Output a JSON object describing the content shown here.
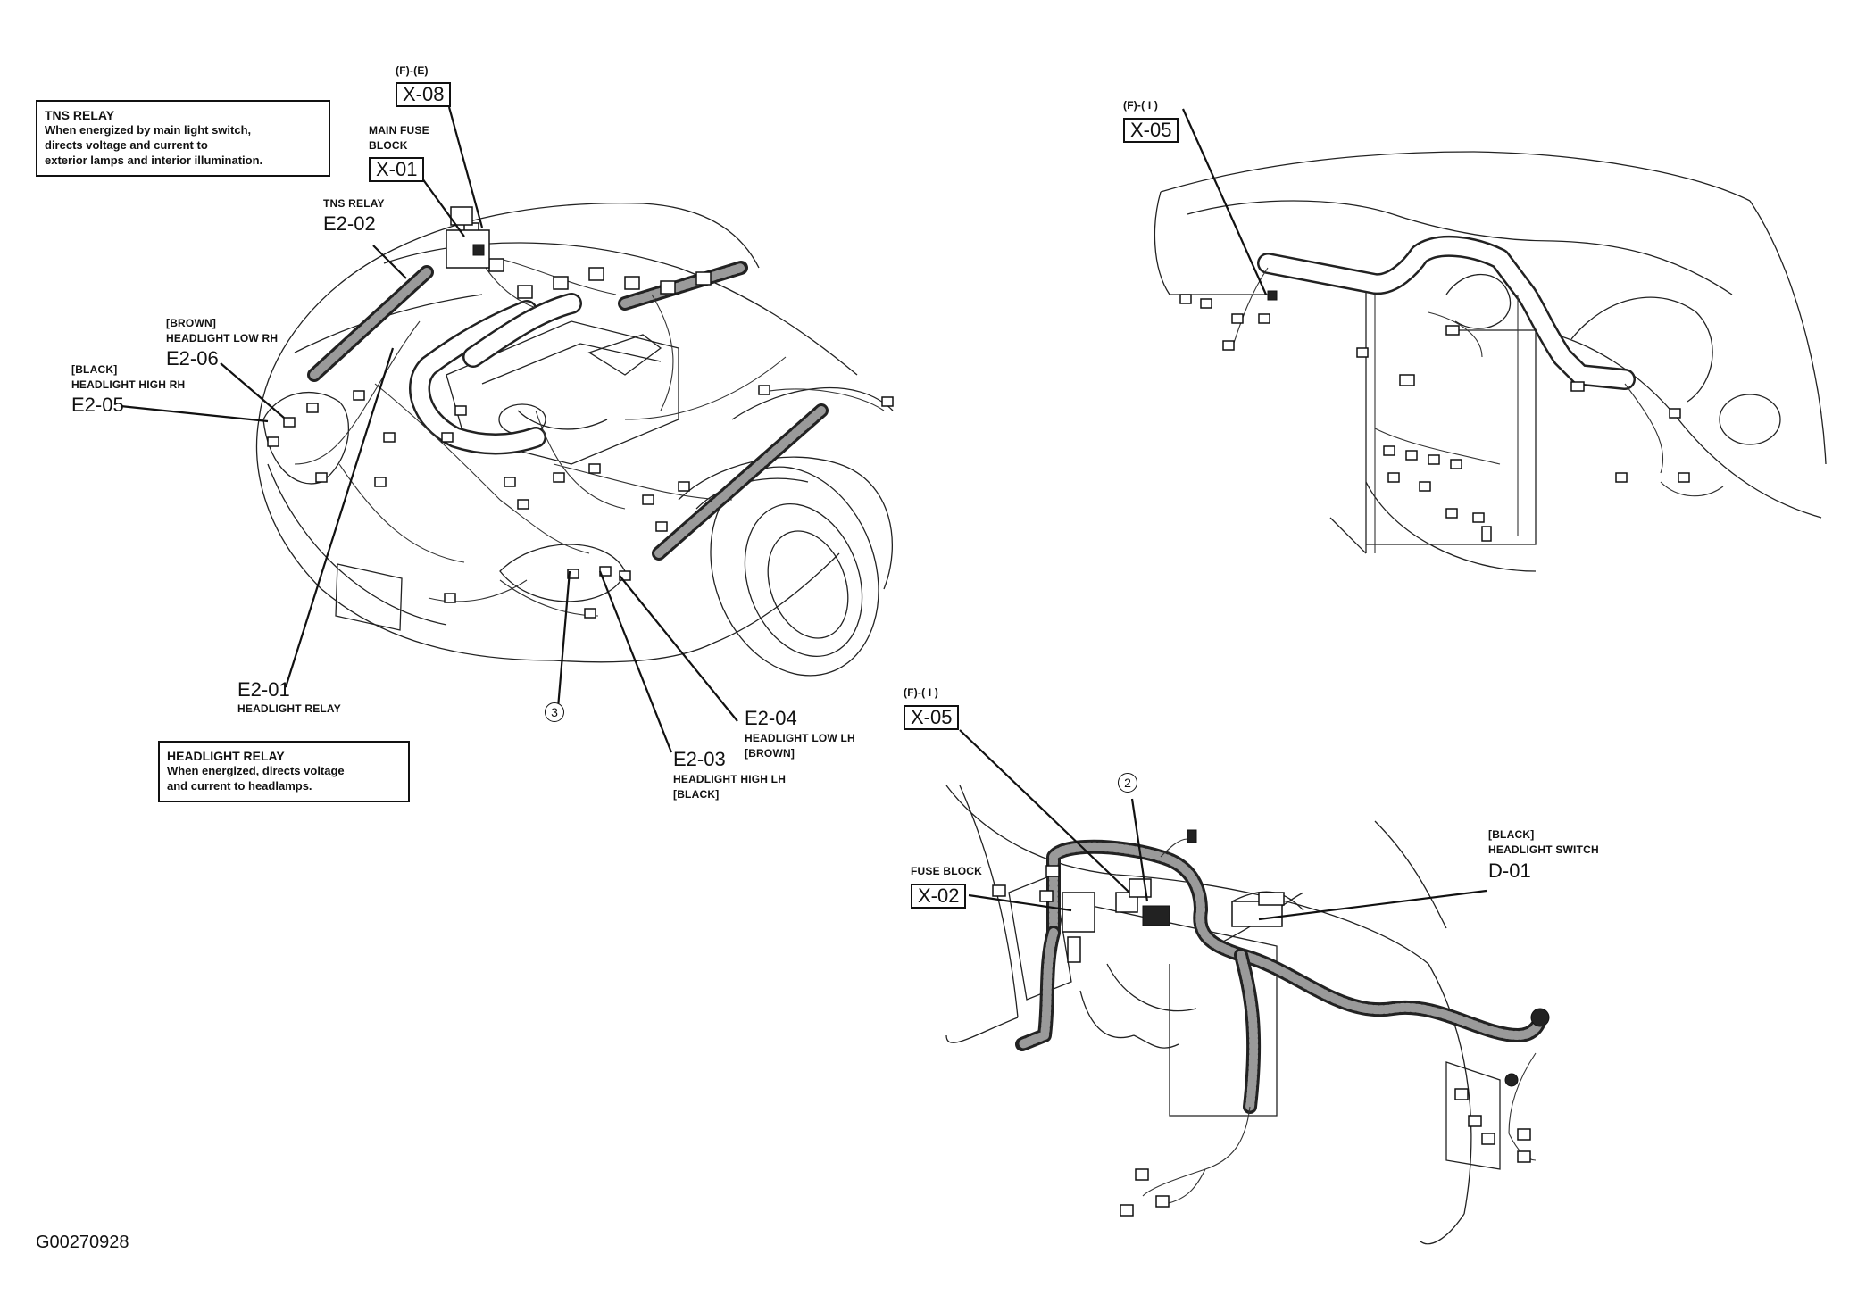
{
  "diagram_id": "G00270928",
  "notes": {
    "tns_relay": {
      "title": "TNS RELAY",
      "body": "When energized by main light switch,\ndirects voltage and current to\nexterior lamps and interior illumination."
    },
    "headlight_relay": {
      "title": "HEADLIGHT RELAY",
      "body": "When energized, directs voltage\nand current to headlamps."
    }
  },
  "engine_bay": {
    "x08": {
      "grid": "(F)-(E)",
      "code": "X-08"
    },
    "x01": {
      "caption_line1": "MAIN FUSE",
      "caption_line2": "BLOCK",
      "code": "X-01"
    },
    "e2_02": {
      "caption": "TNS RELAY",
      "code": "E2-02"
    },
    "e2_06": {
      "color": "[BROWN]",
      "caption": "HEADLIGHT LOW RH",
      "code": "E2-06"
    },
    "e2_05": {
      "color": "[BLACK]",
      "caption": "HEADLIGHT HIGH RH",
      "code": "E2-05"
    },
    "e2_01": {
      "code": "E2-01",
      "caption": "HEADLIGHT RELAY"
    },
    "ground_3": "3",
    "e2_03": {
      "code": "E2-03",
      "caption": "HEADLIGHT HIGH LH",
      "color": "[BLACK]"
    },
    "e2_04": {
      "code": "E2-04",
      "caption": "HEADLIGHT LOW LH",
      "color": "[BROWN]"
    }
  },
  "dashboard": {
    "x05": {
      "grid": "(F)-( I )",
      "code": "X-05"
    }
  },
  "footwell": {
    "x05": {
      "grid": "(F)-( I )",
      "code": "X-05"
    },
    "ground_2": "2",
    "x02": {
      "caption": "FUSE BLOCK",
      "code": "X-02"
    },
    "d01": {
      "color": "[BLACK]",
      "caption": "HEADLIGHT SWITCH",
      "code": "D-01"
    }
  }
}
